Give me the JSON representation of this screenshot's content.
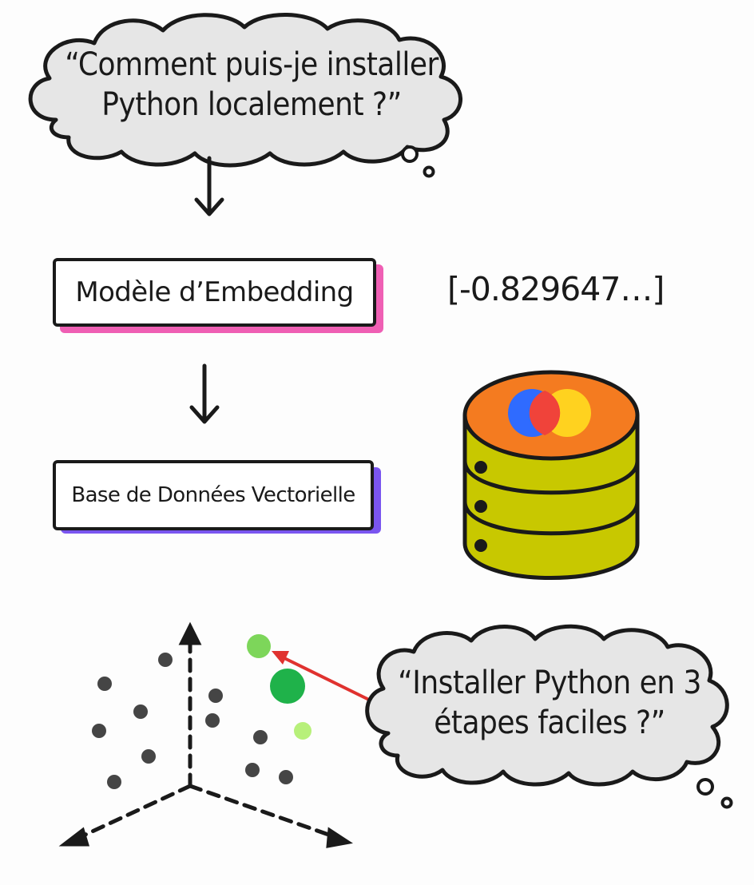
{
  "query_bubble": {
    "line1": "“Comment puis-je installer",
    "line2": "Python localement ?”"
  },
  "embedding_box": {
    "label": "Modèle d’Embedding",
    "shadow_color": "#ef5fb4"
  },
  "vector_readout": "[-0.829647…]",
  "vectordb_box": {
    "label": "Base de Données Vectorielle",
    "shadow_color": "#7a55f0"
  },
  "database_icon": {
    "icon": "database-icon",
    "top_color": "#f47b20",
    "body_color": "#c8c800",
    "logo_colors": [
      "#2f6bff",
      "#f0433a",
      "#ffd21f"
    ]
  },
  "result_bubble": {
    "line1": "“Installer Python en 3",
    "line2": "étapes faciles ?”"
  },
  "vector_space": {
    "point_color": "#454545",
    "match_colors": [
      "#7dd65a",
      "#1fb24a",
      "#b7f07a"
    ],
    "pointer_color": "#e0322f"
  }
}
